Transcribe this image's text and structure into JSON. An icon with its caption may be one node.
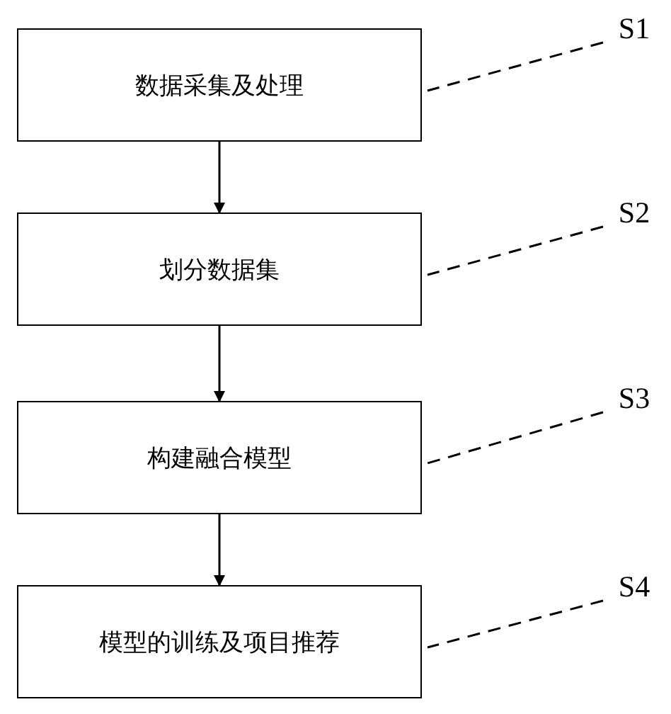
{
  "diagram": {
    "nodes": [
      {
        "text": [
          "数据采集及处理"
        ]
      },
      {
        "text": [
          "划分数据集"
        ]
      },
      {
        "text": [
          "构建融合模型"
        ]
      },
      {
        "text": [
          "模型的训练及项目推荐"
        ]
      },
      {
        "text": [
          "S1"
        ]
      },
      {
        "text": [
          "S2"
        ]
      },
      {
        "text": [
          "S3"
        ]
      },
      {
        "text": [
          "S4"
        ]
      }
    ],
    "edges": [
      {
        "from": 0,
        "to": 1,
        "arrow": "to"
      },
      {
        "from": 1,
        "to": 2,
        "arrow": "to"
      },
      {
        "from": 2,
        "to": 3,
        "arrow": "to"
      },
      {
        "from": 4,
        "to": 0,
        "arrow": "none",
        "style": "dashed"
      },
      {
        "from": 5,
        "to": 1,
        "arrow": "none",
        "style": "dashed"
      },
      {
        "from": 6,
        "to": 2,
        "arrow": "none",
        "style": "dashed"
      },
      {
        "from": 7,
        "to": 3,
        "arrow": "none",
        "style": "dashed"
      }
    ]
  }
}
